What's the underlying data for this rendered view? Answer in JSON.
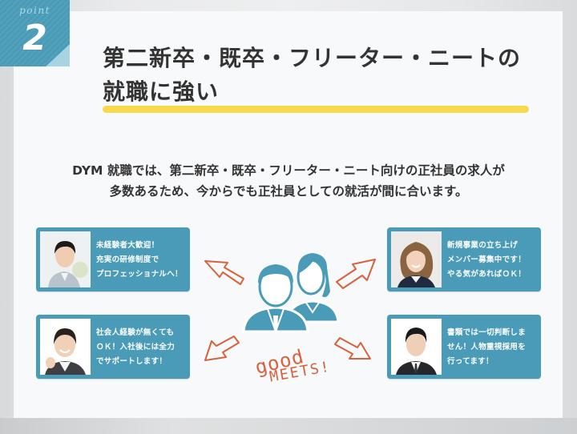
{
  "badge": {
    "label": "point",
    "number": "2",
    "color": "#4a9bb7"
  },
  "title": {
    "line1": "第二新卒・既卒・フリーター・ニートの",
    "line2": "就職に強い",
    "underline_color": "#f6d94c"
  },
  "lead": {
    "line1": "DYM 就職では、第二新卒・既卒・フリーター・ニート向けの正社員の求人が",
    "line2": "多数あるため、今からでも正社員としての就活が間に合います。"
  },
  "cards": [
    {
      "position": "top-left",
      "photo": "young-man-smiling-photo",
      "lines": [
        "未経験者大歓迎！",
        "充実の研修制度で",
        "プロフェッショナルへ！"
      ]
    },
    {
      "position": "top-right",
      "photo": "woman-smiling-photo",
      "lines": [
        "新規事業の立ち上げ",
        "メンバー募集中です！",
        "やる気があればＯＫ！"
      ]
    },
    {
      "position": "bottom-left",
      "photo": "woman-fist-pump-photo",
      "lines": [
        "社会人経験が無くても",
        "ＯＫ！入社後には全力",
        "でサポートします！"
      ]
    },
    {
      "position": "bottom-right",
      "photo": "man-in-suit-photo",
      "lines": [
        "書類では一切判断しま",
        "せん！人物重視採用を",
        "行ってます！"
      ]
    }
  ],
  "illustration": {
    "icon": "man-and-woman-people-icon",
    "icon_color": "#4a9bb7",
    "arrow_color": "#d8613c",
    "caption_line1": "good",
    "caption_line2": "MEETS!"
  }
}
